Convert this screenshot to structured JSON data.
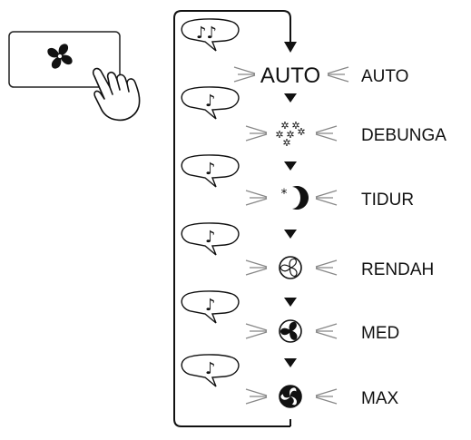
{
  "diagram": {
    "center_auto_text": "AUTO",
    "button_icon": "fan-icon",
    "hand_icon": "pointing-hand-icon",
    "beep_icons": [
      "double-note-speech-icon",
      "note-speech-icon"
    ],
    "modes": [
      {
        "label": "AUTO",
        "icon": "auto-text",
        "beeps": 2
      },
      {
        "label": "DEBUNGA",
        "icon": "flower-stars-icon",
        "beeps": 1
      },
      {
        "label": "TIDUR",
        "icon": "moon-star-icon",
        "beeps": 1
      },
      {
        "label": "RENDAH",
        "icon": "fan-outline-icon",
        "beeps": 1
      },
      {
        "label": "MED",
        "icon": "fan-half-filled-icon",
        "beeps": 1
      },
      {
        "label": "MAX",
        "icon": "fan-filled-icon",
        "beeps": 1
      }
    ]
  }
}
